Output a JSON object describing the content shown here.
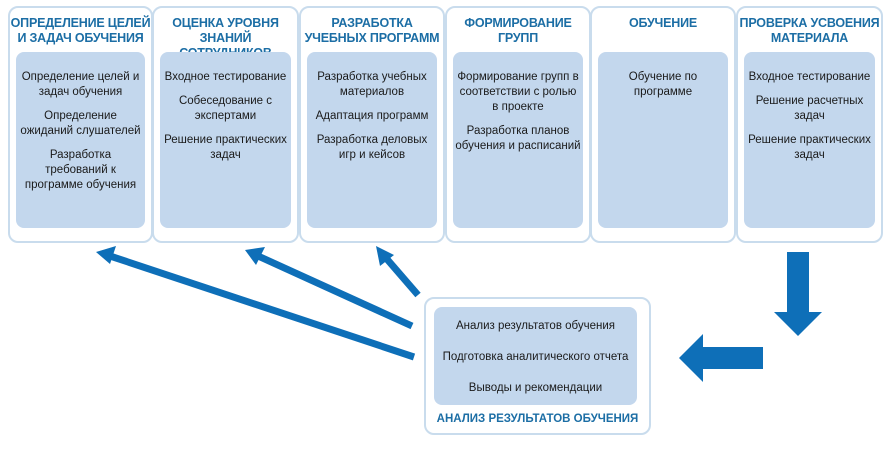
{
  "stages": [
    {
      "title": "ОПРЕДЕЛЕНИЕ ЦЕЛЕЙ И ЗАДАЧ ОБУЧЕНИЯ",
      "items": [
        "Определение целей и задач обучения",
        "Определение ожиданий слушателей",
        "Разработка требований к программе обучения"
      ]
    },
    {
      "title": "ОЦЕНКА УРОВНЯ ЗНАНИЙ СОТРУДНИКОВ",
      "items": [
        "Входное тестирование",
        "Собеседование с экспертами",
        "Решение практических задач"
      ]
    },
    {
      "title": "РАЗРАБОТКА УЧЕБНЫХ ПРОГРАММ",
      "items": [
        "Разработка учебных материалов",
        "Адаптация программ",
        "Разработка деловых игр и кейсов"
      ]
    },
    {
      "title": "ФОРМИРОВАНИЕ ГРУПП",
      "items": [
        "Формирование групп в соответствии с ролью в проекте",
        "Разработка планов обучения и расписаний"
      ]
    },
    {
      "title": "ОБУЧЕНИЕ",
      "items": [
        "Обучение по программе"
      ]
    },
    {
      "title": "ПРОВЕРКА УСВОЕНИЯ МАТЕРИАЛА",
      "items": [
        "Входное тестирование",
        "Решение расчетных задач",
        "Решение практических задач"
      ]
    }
  ],
  "analysis": {
    "title": "АНАЛИЗ РЕЗУЛЬТАТОВ ОБУЧЕНИЯ",
    "items": [
      "Анализ результатов обучения",
      "Подготовка аналитического отчета",
      "Выводы и рекомендации"
    ]
  },
  "colors": {
    "flow_arrow": "#5b9bd5",
    "feedback_arrow": "#0e6fb8",
    "title": "#1c6ea5",
    "inner_fill": "#c3d7ed",
    "border": "#c9dced"
  },
  "icons": {
    "flow": "arrow-right-icon",
    "down": "arrow-down-icon",
    "left": "arrow-left-icon",
    "feedback": "arrow-up-left-icon"
  }
}
